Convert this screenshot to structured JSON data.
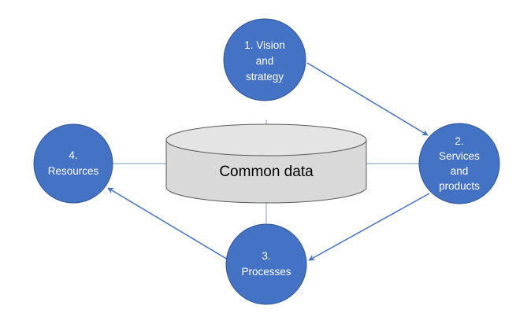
{
  "diagram": {
    "database": {
      "label": "Common data"
    },
    "nodes": {
      "vision": {
        "lines": [
          "1. Vision",
          "and",
          "strategy"
        ]
      },
      "services": {
        "lines": [
          "2.",
          "Services",
          "and",
          "products"
        ]
      },
      "processes": {
        "lines": [
          "3.",
          "Processes"
        ]
      },
      "resources": {
        "lines": [
          "4.",
          "Resources"
        ]
      }
    },
    "colors": {
      "node_fill": "#4472c4",
      "node_stroke": "#2f5597",
      "arrow": "#4472c4",
      "connector": "#8faadc",
      "db_fill": "#d9d9d9",
      "db_top": "#e4e4e4",
      "db_stroke": "#595959"
    }
  }
}
